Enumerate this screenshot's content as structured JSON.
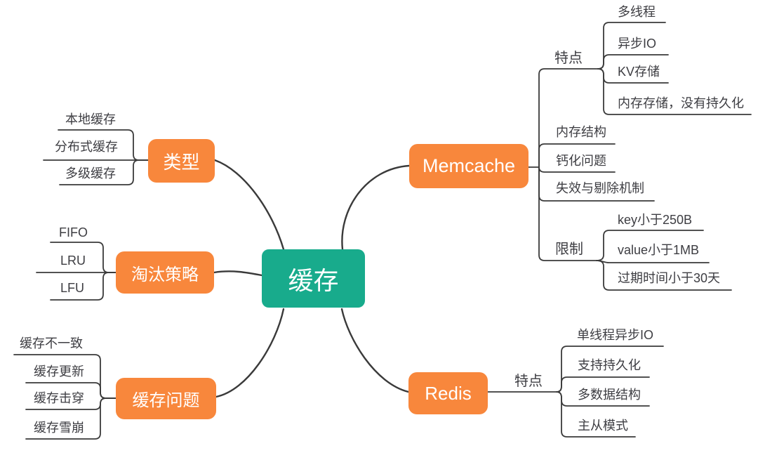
{
  "colors": {
    "center_node": "#18ab8c",
    "branch_node": "#f8873c",
    "line": "#3a3a3a",
    "text": "#3d3d42",
    "node_text": "#ffffff",
    "background": "#ffffff"
  },
  "nodes": {
    "center": {
      "label": "缓存"
    },
    "type": {
      "label": "类型",
      "children": [
        "本地缓存",
        "分布式缓存",
        "多级缓存"
      ]
    },
    "eviction": {
      "label": "淘汰策略",
      "children": [
        "FIFO",
        "LRU",
        "LFU"
      ]
    },
    "problems": {
      "label": "缓存问题",
      "children": [
        "缓存不一致",
        "缓存更新",
        "缓存击穿",
        "缓存雪崩"
      ]
    },
    "memcache": {
      "label": "Memcache",
      "features": {
        "label": "特点",
        "children": [
          "多线程",
          "异步IO",
          "KV存储",
          "内存存储，没有持久化"
        ]
      },
      "leaves": [
        "内存结构",
        "钙化问题",
        "失效与剔除机制"
      ],
      "limits": {
        "label": "限制",
        "children": [
          "key小于250B",
          "value小于1MB",
          "过期时间小于30天"
        ]
      }
    },
    "redis": {
      "label": "Redis",
      "features": {
        "label": "特点",
        "children": [
          "单线程异步IO",
          "支持持久化",
          "多数据结构",
          "主从模式"
        ]
      }
    }
  }
}
